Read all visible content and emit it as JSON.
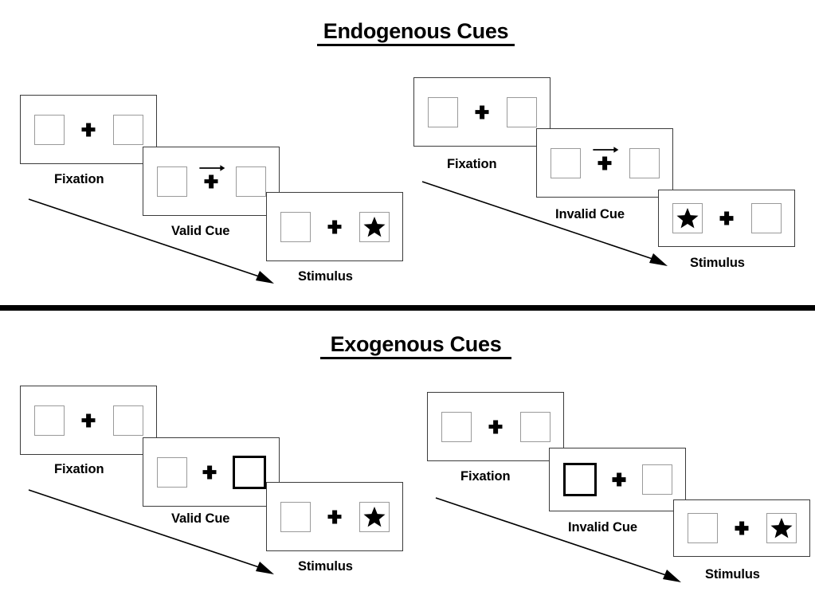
{
  "sections": [
    {
      "id": "endogenous",
      "title": "Endogenous Cues",
      "conditions": [
        {
          "id": "endogenous-valid",
          "frames": [
            {
              "label": "Fixation",
              "cue_type": "none",
              "star_side": "none"
            },
            {
              "label": "Valid Cue",
              "cue_type": "arrow-right",
              "star_side": "none"
            },
            {
              "label": "Stimulus",
              "cue_type": "none",
              "star_side": "right"
            }
          ]
        },
        {
          "id": "endogenous-invalid",
          "frames": [
            {
              "label": "Fixation",
              "cue_type": "none",
              "star_side": "none"
            },
            {
              "label": "Invalid Cue",
              "cue_type": "arrow-right",
              "star_side": "none"
            },
            {
              "label": "Stimulus",
              "cue_type": "none",
              "star_side": "left"
            }
          ]
        }
      ]
    },
    {
      "id": "exogenous",
      "title": "Exogenous Cues",
      "conditions": [
        {
          "id": "exogenous-valid",
          "frames": [
            {
              "label": "Fixation",
              "cue_type": "none",
              "star_side": "none"
            },
            {
              "label": "Valid Cue",
              "cue_type": "box-highlight-right",
              "star_side": "none"
            },
            {
              "label": "Stimulus",
              "cue_type": "none",
              "star_side": "right"
            }
          ]
        },
        {
          "id": "exogenous-invalid",
          "frames": [
            {
              "label": "Fixation",
              "cue_type": "none",
              "star_side": "none"
            },
            {
              "label": "Invalid Cue",
              "cue_type": "box-highlight-left",
              "star_side": "none"
            },
            {
              "label": "Stimulus",
              "cue_type": "none",
              "star_side": "right"
            }
          ]
        }
      ]
    }
  ],
  "colors": {
    "background": "#ffffff",
    "ink": "#000000",
    "panel_border": "#3b3b3b",
    "box_border": "#9a9a9a",
    "cue_border": "#000000"
  },
  "labels": {
    "endogenous_title": "Endogenous Cues",
    "exogenous_title": "Exogenous Cues",
    "fixation": "Fixation",
    "valid_cue": "Valid Cue",
    "invalid_cue": "Invalid Cue",
    "stimulus": "Stimulus"
  }
}
